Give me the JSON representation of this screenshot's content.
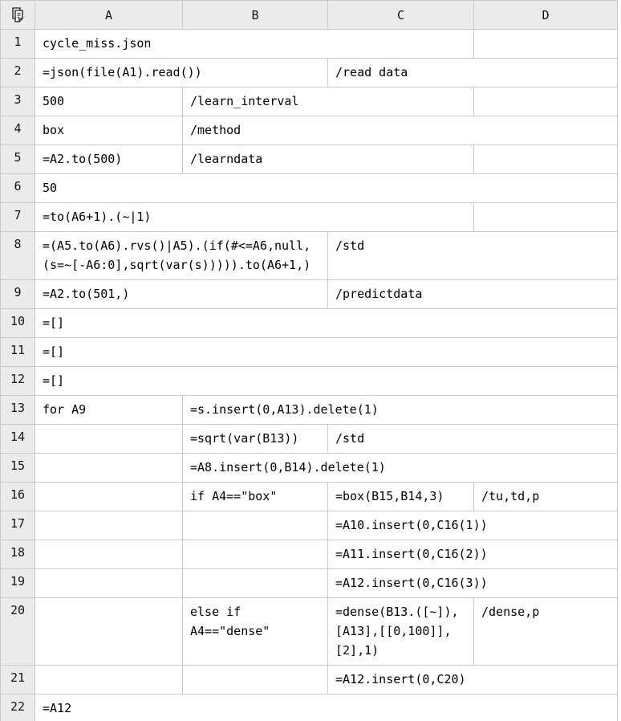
{
  "header": {
    "corner_icon": "copy-sheets-icon",
    "columns": [
      "A",
      "B",
      "C",
      "D"
    ]
  },
  "colors": {
    "header_bg": "#ebebeb",
    "grid_border": "#c9c9c9",
    "cell_text": "#000000",
    "header_text": "#121220"
  },
  "rows": [
    {
      "num": "1",
      "cells": [
        {
          "span": 3,
          "text": "cycle_miss.json"
        },
        {
          "span": 1,
          "text": ""
        }
      ]
    },
    {
      "num": "2",
      "cells": [
        {
          "span": 2,
          "text": "=json(file(A1).read())"
        },
        {
          "span": 2,
          "text": "/read data"
        }
      ]
    },
    {
      "num": "3",
      "cells": [
        {
          "span": 1,
          "text": "500"
        },
        {
          "span": 2,
          "text": "/learn_interval"
        },
        {
          "span": 1,
          "text": ""
        }
      ]
    },
    {
      "num": "4",
      "cells": [
        {
          "span": 1,
          "text": "box"
        },
        {
          "span": 3,
          "text": "/method"
        }
      ]
    },
    {
      "num": "5",
      "cells": [
        {
          "span": 1,
          "text": "=A2.to(500)"
        },
        {
          "span": 2,
          "text": "/learndata"
        },
        {
          "span": 1,
          "text": ""
        }
      ]
    },
    {
      "num": "6",
      "cells": [
        {
          "span": 4,
          "text": "50"
        }
      ]
    },
    {
      "num": "7",
      "cells": [
        {
          "span": 3,
          "text": "=to(A6+1).(~|1)"
        },
        {
          "span": 1,
          "text": ""
        }
      ]
    },
    {
      "num": "8",
      "cells": [
        {
          "span": 2,
          "text": "=(A5.to(A6).rvs()|A5).(if(#<=A6,null,\n(s=~[-A6:0],sqrt(var(s))))).to(A6+1,)"
        },
        {
          "span": 2,
          "text": "/std"
        }
      ]
    },
    {
      "num": "9",
      "cells": [
        {
          "span": 2,
          "text": "=A2.to(501,)"
        },
        {
          "span": 2,
          "text": "/predictdata"
        }
      ]
    },
    {
      "num": "10",
      "cells": [
        {
          "span": 4,
          "text": "=[]"
        }
      ]
    },
    {
      "num": "11",
      "cells": [
        {
          "span": 4,
          "text": "=[]"
        }
      ]
    },
    {
      "num": "12",
      "cells": [
        {
          "span": 4,
          "text": "=[]"
        }
      ]
    },
    {
      "num": "13",
      "cells": [
        {
          "span": 1,
          "text": "for A9"
        },
        {
          "span": 3,
          "text": "=s.insert(0,A13).delete(1)"
        }
      ]
    },
    {
      "num": "14",
      "cells": [
        {
          "span": 1,
          "text": ""
        },
        {
          "span": 1,
          "text": "=sqrt(var(B13))"
        },
        {
          "span": 2,
          "text": "/std"
        }
      ]
    },
    {
      "num": "15",
      "cells": [
        {
          "span": 1,
          "text": ""
        },
        {
          "span": 3,
          "text": "=A8.insert(0,B14).delete(1)"
        }
      ]
    },
    {
      "num": "16",
      "cells": [
        {
          "span": 1,
          "text": ""
        },
        {
          "span": 1,
          "text": "if A4==\"box\""
        },
        {
          "span": 1,
          "text": "=box(B15,B14,3)"
        },
        {
          "span": 1,
          "text": "/tu,td,p"
        }
      ]
    },
    {
      "num": "17",
      "cells": [
        {
          "span": 1,
          "text": ""
        },
        {
          "span": 1,
          "text": ""
        },
        {
          "span": 2,
          "text": "=A10.insert(0,C16(1))"
        }
      ]
    },
    {
      "num": "18",
      "cells": [
        {
          "span": 1,
          "text": ""
        },
        {
          "span": 1,
          "text": ""
        },
        {
          "span": 2,
          "text": "=A11.insert(0,C16(2))"
        }
      ]
    },
    {
      "num": "19",
      "cells": [
        {
          "span": 1,
          "text": ""
        },
        {
          "span": 1,
          "text": ""
        },
        {
          "span": 2,
          "text": "=A12.insert(0,C16(3))"
        }
      ]
    },
    {
      "num": "20",
      "cells": [
        {
          "span": 1,
          "text": ""
        },
        {
          "span": 1,
          "text": "else if\nA4==\"dense\""
        },
        {
          "span": 1,
          "text": "=dense(B13.([~]),\n[A13],[[0,100]],\n[2],1)"
        },
        {
          "span": 1,
          "text": "/dense,p"
        }
      ]
    },
    {
      "num": "21",
      "cells": [
        {
          "span": 1,
          "text": ""
        },
        {
          "span": 1,
          "text": ""
        },
        {
          "span": 2,
          "text": "=A12.insert(0,C20)"
        }
      ]
    },
    {
      "num": "22",
      "cells": [
        {
          "span": 4,
          "text": "=A12"
        }
      ]
    }
  ]
}
